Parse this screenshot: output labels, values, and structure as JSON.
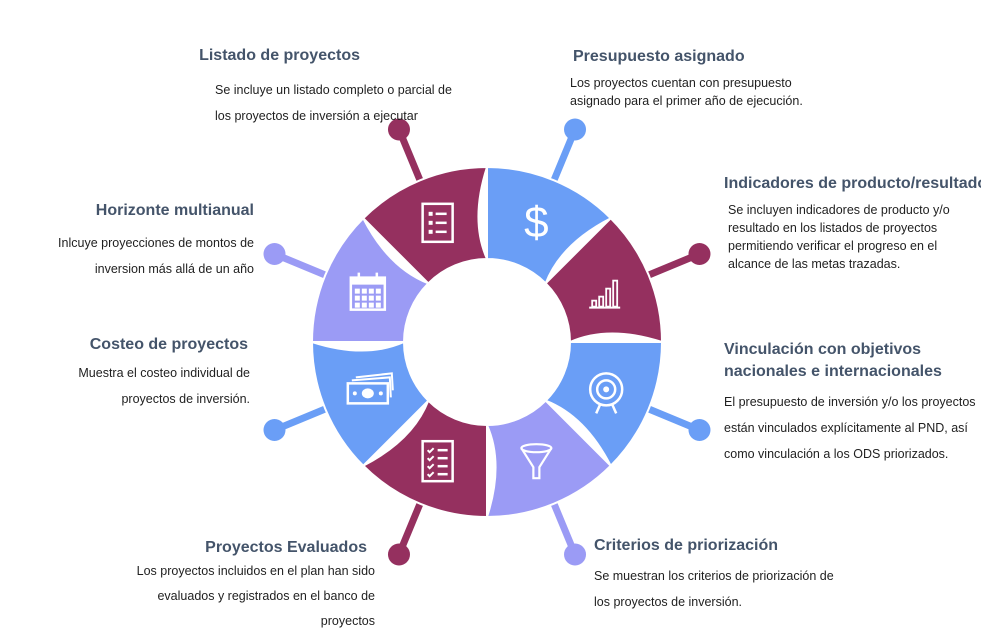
{
  "items": [
    {
      "title": "Listado de proyectos",
      "desc": "Se incluye un listado completo o parcial de los proyectos de inversión a ejecutar",
      "icon": "document-list-icon",
      "color": "#95305F"
    },
    {
      "title": "Presupuesto asignado",
      "desc": "Los proyectos cuentan con presupuesto asignado para el primer año de ejecución.",
      "icon": "dollar-icon",
      "color": "#6A9EF6"
    },
    {
      "title": "Indicadores de producto/resultado",
      "desc": "Se incluyen indicadores de producto y/o resultado en los listados de proyectos permitiendo verificar el progreso en el alcance de las metas trazadas.",
      "icon": "bar-chart-icon",
      "color": "#95305F"
    },
    {
      "title": "Vinculación con objetivos nacionales e internacionales",
      "desc": "El presupuesto de inversión y/o los proyectos están vinculados explícitamente al PND, así como vinculación a los ODS priorizados.",
      "icon": "target-icon",
      "color": "#6A9EF6"
    },
    {
      "title": "Criterios de priorización",
      "desc": "Se muestran los criterios de priorización de los proyectos de inversión.",
      "icon": "funnel-icon",
      "color": "#9B9BF5"
    },
    {
      "title": "Proyectos Evaluados",
      "desc": "Los proyectos incluidos en el plan han sido evaluados y registrados en el banco de proyectos",
      "icon": "checklist-icon",
      "color": "#95305F"
    },
    {
      "title": "Costeo de proyectos",
      "desc": "Muestra el costeo individual de proyectos de inversión.",
      "icon": "money-bills-icon",
      "color": "#6A9EF6"
    },
    {
      "title": "Horizonte multianual",
      "desc": "Inlcuye proyecciones de montos de inversion más allá de un año",
      "icon": "calendar-icon",
      "color": "#9B9BF5"
    }
  ]
}
